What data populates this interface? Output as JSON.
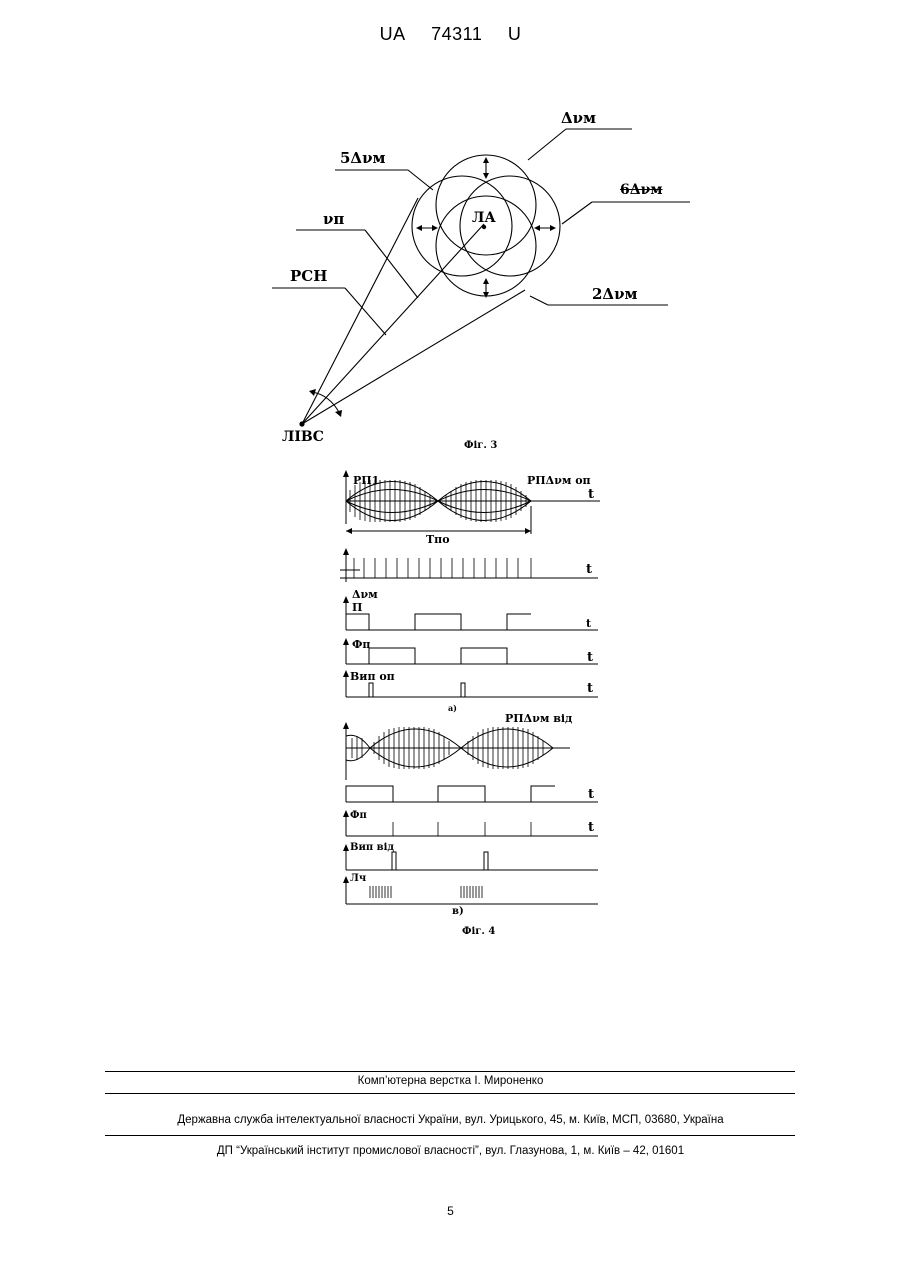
{
  "header": {
    "country": "UA",
    "number": "74311",
    "kind": "U"
  },
  "fig3": {
    "caption": "Фіг. 3",
    "labels": {
      "dv": "Δνм",
      "dv5": "5Δνм",
      "dv6": "6Δνм",
      "dv2": "2Δνм",
      "nu": "νп",
      "psn": "РСН",
      "la": "ЛА",
      "livs": "ЛІВС"
    }
  },
  "fig4": {
    "caption": "Фіг. 4",
    "labels": {
      "rp1": "РП1",
      "rp_op": "РПΔνм оп",
      "t": "t",
      "tpo": "Тпо",
      "dv": "Δνм",
      "p": "П",
      "fp": "Фп",
      "vip_op": "Вип оп",
      "sub_a": "а)",
      "rp_vid": "РПΔνм від",
      "vip_vid": "Вип від",
      "lch": "Лч",
      "sub_b": "в)"
    }
  },
  "footer": {
    "layout": "Комп’ютерна верстка І. Мироненко",
    "service": "Державна служба інтелектуальної власності України, вул. Урицького, 45, м. Київ, МСП, 03680, Україна",
    "institute": "ДП “Український інститут промислової власності”, вул. Глазунова, 1, м. Київ – 42, 01601"
  },
  "page_number": "5"
}
